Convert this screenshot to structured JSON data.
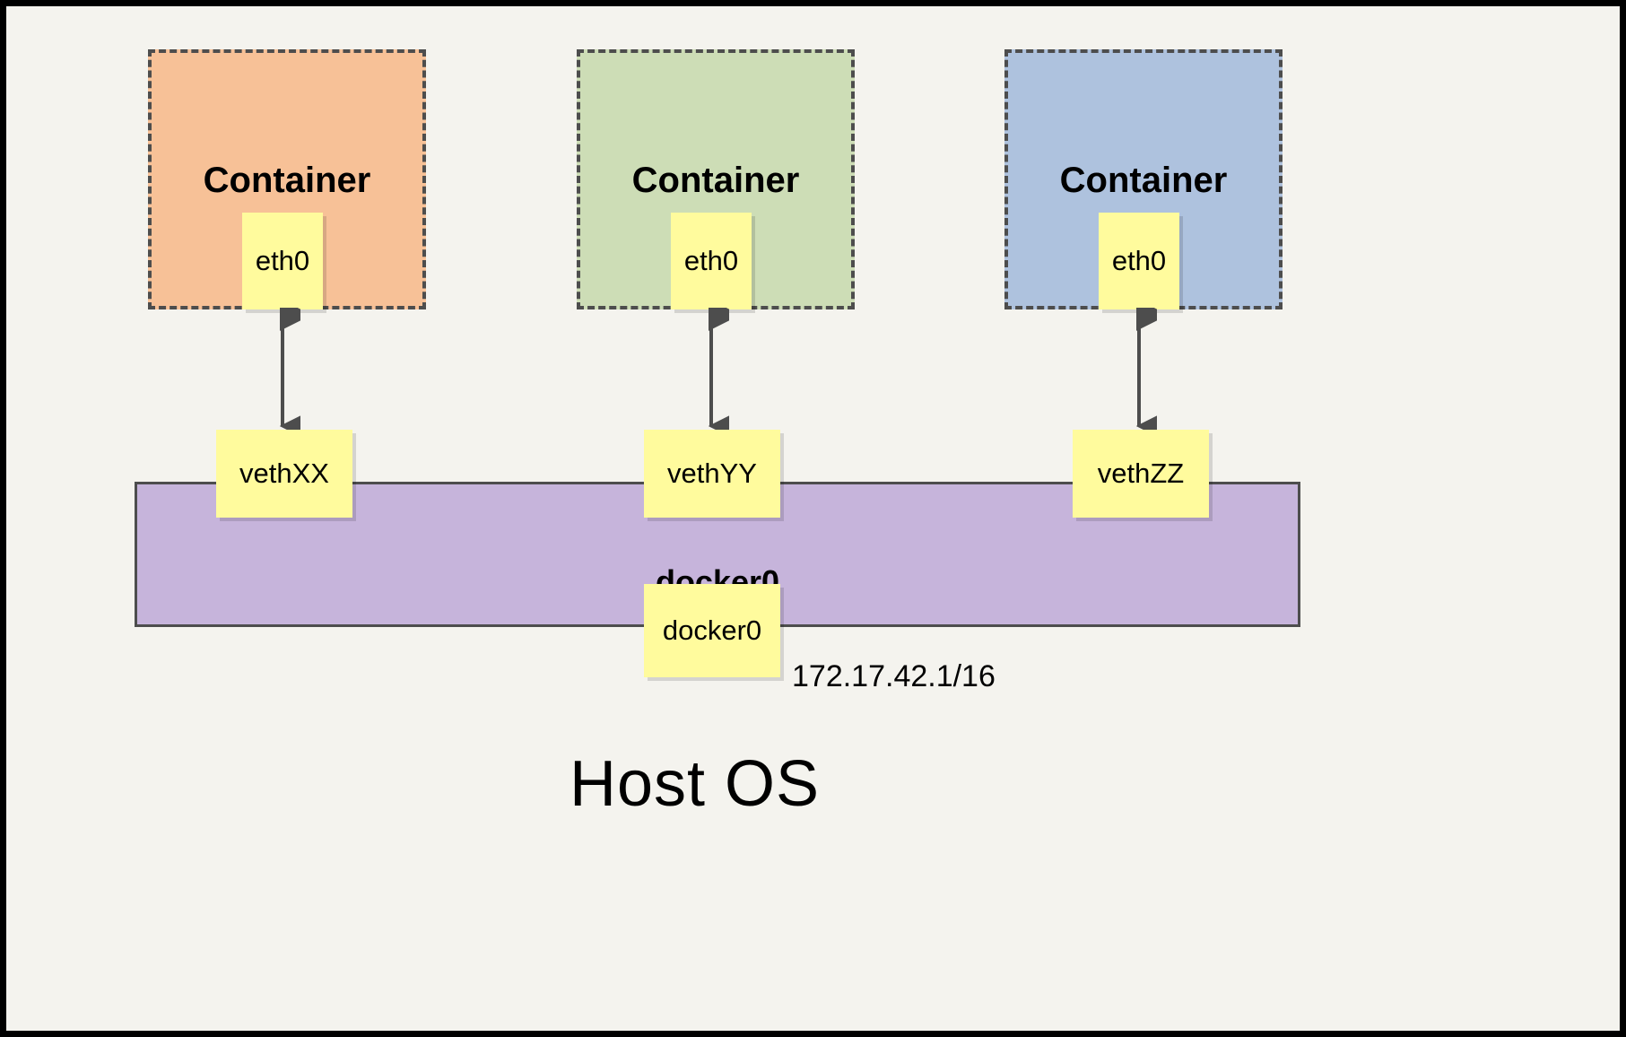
{
  "diagram": {
    "title_text": "Host OS",
    "background_color": "#F4F3EE",
    "border_color": "#000000",
    "containers": [
      {
        "label": "Container",
        "fill_color": "#F7C197",
        "border_color": "#4D4D4D",
        "interface_label": "eth0"
      },
      {
        "label": "Container",
        "fill_color": "#CDDDB6",
        "border_color": "#4D4D4D",
        "interface_label": "eth0"
      },
      {
        "label": "Container",
        "fill_color": "#AEC2DE",
        "border_color": "#4D4D4D",
        "interface_label": "eth0"
      }
    ],
    "veth_pairs": [
      {
        "label": "vethXX"
      },
      {
        "label": "vethYY"
      },
      {
        "label": "vethZZ"
      }
    ],
    "bridge": {
      "label": "docker0",
      "interface_label": "docker0",
      "ip_address": "172.17.42.1/16",
      "fill_color": "#C6B4DB",
      "border_color": "#4D4D4D"
    },
    "note_color": "#FFFB9D",
    "arrow_color": "#4D4D4D"
  }
}
